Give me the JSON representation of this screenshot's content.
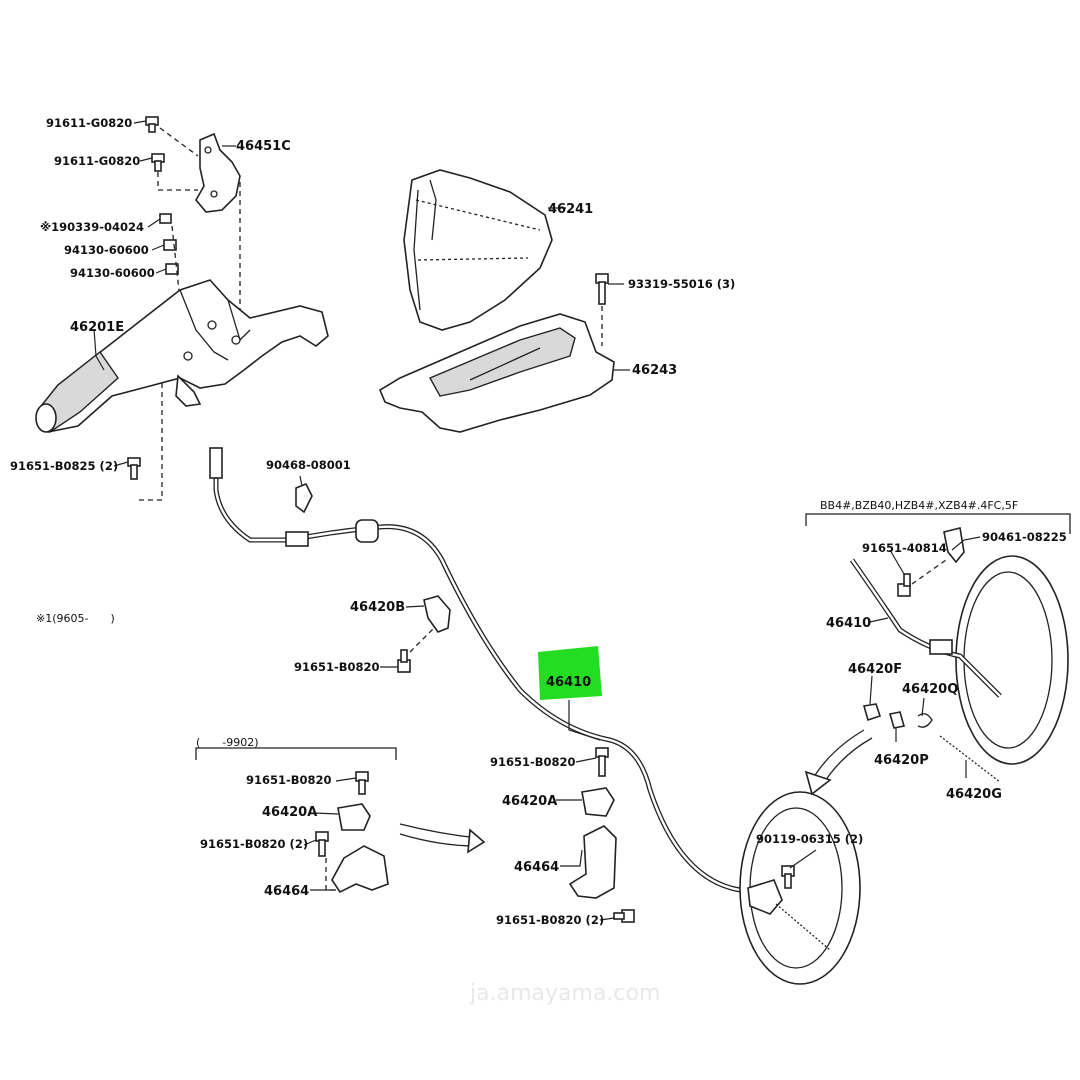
{
  "diagram": {
    "highlight_color": "#22dd22",
    "highlighted_part": "46410",
    "labels": {
      "b_91611_g0820_top": "91611-G0820",
      "b_91611_g0820_mid": "91611-G0820",
      "p_46451c": "46451C",
      "n_190339": "※190339-04024",
      "n_94130_a": "94130-60600",
      "n_94130_b": "94130-60600",
      "p_46201e": "46201E",
      "b_91651_b0825": "91651-B0825 (2)",
      "p_46241": "46241",
      "b_93319": "93319-55016 (3)",
      "p_46243": "46243",
      "c_90468": "90468-08001",
      "note_9605": "※1(9605-　　)",
      "p_46420b": "46420B",
      "b_91651_b0820_b": "91651-B0820",
      "p_46410_main": "46410",
      "range_9902": "(　　-9902)",
      "b_91651_b0820_c": "91651-B0820",
      "p_46420a_left": "46420A",
      "b_91651_b0820_2_left": "91651-B0820 (2)",
      "p_46464_left": "46464",
      "b_91651_b0820_d": "91651-B0820",
      "p_46420a_right": "46420A",
      "p_46464_right": "46464",
      "b_91651_b0820_2_right": "91651-B0820 (2)",
      "b_90119": "90119-06315 (2)",
      "models_note": "BB4#,BZB40,HZB4#,XZB4#.4FC,5F",
      "b_91651_40814": "91651-40814",
      "c_90461": "90461-08225",
      "p_46410_side": "46410",
      "p_46420f": "46420F",
      "p_46420q": "46420Q",
      "p_46420p": "46420P",
      "p_46420g": "46420G"
    },
    "watermark": "ja.amayama.com"
  }
}
